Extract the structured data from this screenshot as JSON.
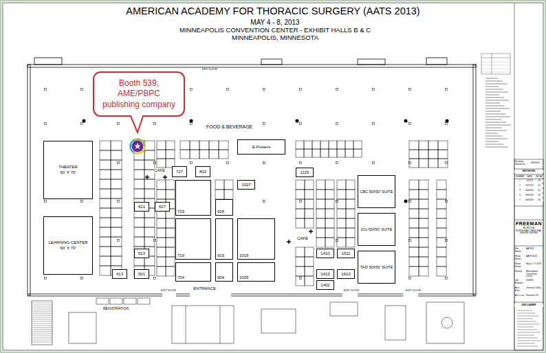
{
  "diagram": {
    "title": "AMERICAN ACADEMY FOR THORACIC SURGERY (AATS 2013)",
    "nodes": [
      {
        "text": [
          "Booth 539, AME/PBPC publishing company"
        ]
      },
      {
        "text": [
          "THEATER",
          "60' X 70'"
        ]
      },
      {
        "text": [
          "LEARNING CENTER",
          "60' X 70'"
        ]
      },
      {
        "text": [
          "E-Posters"
        ]
      },
      {
        "text": [
          "727"
        ]
      },
      {
        "text": [
          "833"
        ]
      },
      {
        "text": [
          "1027"
        ]
      },
      {
        "text": [
          "1129"
        ]
      },
      {
        "text": [
          "621"
        ]
      },
      {
        "text": [
          "627"
        ]
      },
      {
        "text": [
          "729"
        ]
      },
      {
        "text": [
          "928"
        ]
      },
      {
        "text": [
          "719"
        ]
      },
      {
        "text": [
          "915"
        ]
      },
      {
        "text": [
          "1019"
        ]
      },
      {
        "text": [
          "513"
        ]
      },
      {
        "text": [
          "413"
        ]
      },
      {
        "text": [
          "501"
        ]
      },
      {
        "text": [
          "704"
        ]
      },
      {
        "text": [
          "904"
        ]
      },
      {
        "text": [
          "1005"
        ]
      },
      {
        "text": [
          "CBC 50X50' SUITE"
        ]
      },
      {
        "text": [
          "ICU 50X50' SUITE"
        ]
      },
      {
        "text": [
          "TAZI 50X50' SUITE"
        ]
      },
      {
        "text": [
          "1410"
        ]
      },
      {
        "text": [
          "1511"
        ]
      },
      {
        "text": [
          "1413"
        ]
      },
      {
        "text": [
          "1613"
        ]
      },
      {
        "text": [
          "1402"
        ]
      },
      {
        "text": [
          "FREEMAN",
          "BOSTON",
          "NORTH EAST REGIONAL DESIGN CENTER"
        ]
      }
    ],
    "labels": [
      "MAY 4 - 8, 2013",
      "MINNEAPOLIS CONVENTION CENTER - EXHIBIT HALLS B & C",
      "MINNEAPOLIS, MINNESOTA",
      "FOOD & BEVERAGE",
      "CAFE",
      "CAFE",
      "ENTRANCE",
      "EXIT DOOR",
      "EXIT DOOR",
      "EXIT DOOR",
      "EXIT DOOR",
      "REGISTRATION",
      "Drawing Started on:",
      "08/00/00",
      "REVISIONS",
      "NUMBER",
      "DATE",
      "INITIAL",
      "1",
      "12/5/12",
      "CS",
      "2",
      "12/17/12",
      "JD",
      "3",
      "00/00/00",
      "00",
      "4",
      "00/00/00",
      "00",
      "5",
      "00/00/00",
      "00",
      "File Name:",
      "AATS13",
      "Show Name:",
      "AATS 2013",
      "Show Dates:",
      "May 4 - 8, 2013",
      "Facility:",
      "Minneapolis Convention Center",
      "Job Number:",
      "Z44815",
      "Acct. Exec.:",
      "Christina Talley",
      "Acct. Loc.:",
      "Freeman DC",
      "DISCLAIMER"
    ]
  }
}
